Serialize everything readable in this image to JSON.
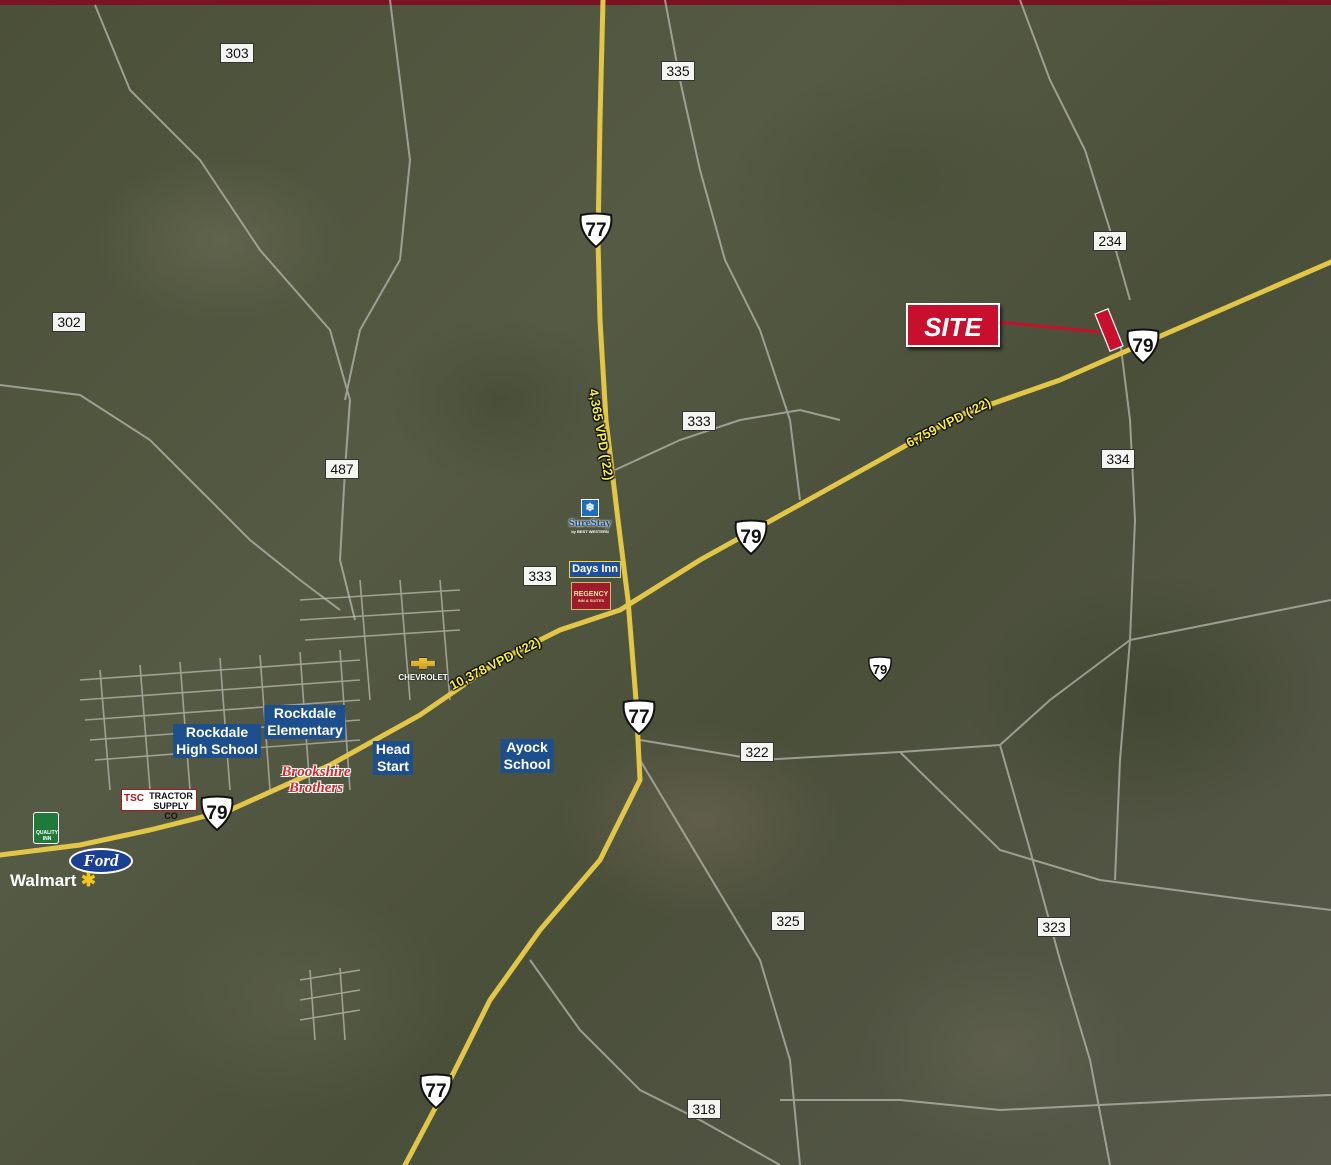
{
  "site_label": "SITE",
  "traffic_counts": [
    {
      "text": "10,378 VPD ('22)"
    },
    {
      "text": "4,365 VPD ('22)"
    },
    {
      "text": "6,759 VPD ('22)"
    }
  ],
  "us_highways": [
    "77",
    "79"
  ],
  "farm_roads": [
    "303",
    "335",
    "302",
    "487",
    "333",
    "333",
    "234",
    "334",
    "322",
    "325",
    "323",
    "318"
  ],
  "schools": [
    "Rockdale\nHigh School",
    "Rockdale\nElementary",
    "Head\nStart",
    "Ayock\nSchool"
  ],
  "businesses": {
    "tractor_supply": "TRACTOR SUPPLY CO",
    "tractor_supply_mark": "TSC",
    "brookshire": "Brookshire Brothers",
    "quality_inn": "QUALITY INN",
    "ford": "Ford",
    "walmart": "Walmart",
    "chevrolet": "CHEVROLET",
    "surestay": "SureStay",
    "surestay_sub": "by BEST WESTERN",
    "days_inn": "Days Inn",
    "regency": "REGENCY",
    "regency_sub": "INN & SUITES"
  },
  "colors": {
    "highway": "#e2c648",
    "road": "#b8b7ae",
    "site": "#c8102e",
    "school_bg": "#1d4f8c",
    "vpd_text": "#f6ef3a"
  }
}
